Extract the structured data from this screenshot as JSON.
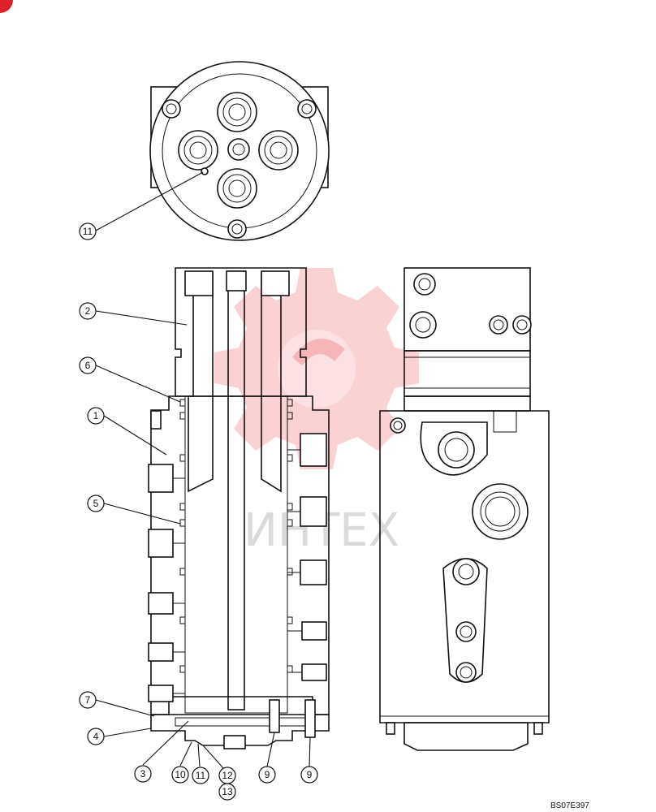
{
  "drawing": {
    "code": "BS07E397",
    "watermark": "ИНТЕХ"
  },
  "callouts": [
    {
      "id": "c11-top",
      "label": "11"
    },
    {
      "id": "c2",
      "label": "2"
    },
    {
      "id": "c6",
      "label": "6"
    },
    {
      "id": "c1",
      "label": "1"
    },
    {
      "id": "c5",
      "label": "5"
    },
    {
      "id": "c7",
      "label": "7"
    },
    {
      "id": "c4",
      "label": "4"
    },
    {
      "id": "c3",
      "label": "3"
    },
    {
      "id": "c10",
      "label": "10"
    },
    {
      "id": "c11-bottom",
      "label": "11"
    },
    {
      "id": "c12",
      "label": "12"
    },
    {
      "id": "c13",
      "label": "13"
    },
    {
      "id": "c9-left",
      "label": "9"
    },
    {
      "id": "c9-right",
      "label": "9"
    }
  ],
  "colors": {
    "line": "#111111",
    "watermark_logo": "#e8323c",
    "watermark_text": "#bdbdbd",
    "corner_mark": "#e0202a"
  }
}
